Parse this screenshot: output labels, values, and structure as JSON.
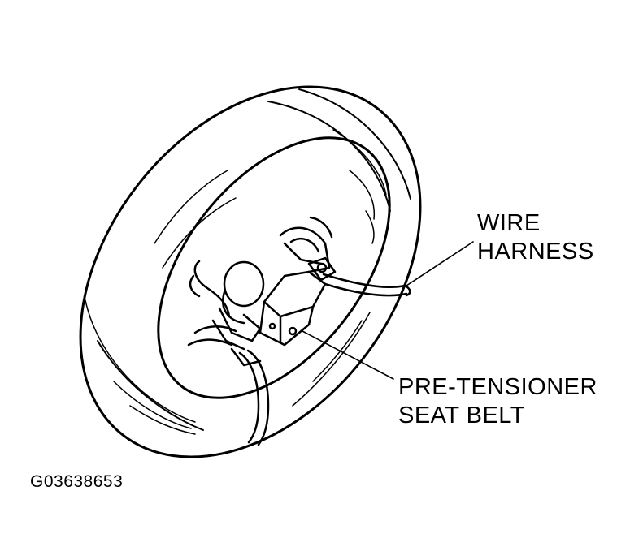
{
  "labels": {
    "wire_harness_line1": "WIRE",
    "wire_harness_line2": "HARNESS",
    "pretensioner_line1": "PRE-TENSIONER",
    "pretensioner_line2": "SEAT BELT"
  },
  "figure_id": "G03638653",
  "colors": {
    "ink": "#000000",
    "paper": "#ffffff"
  }
}
